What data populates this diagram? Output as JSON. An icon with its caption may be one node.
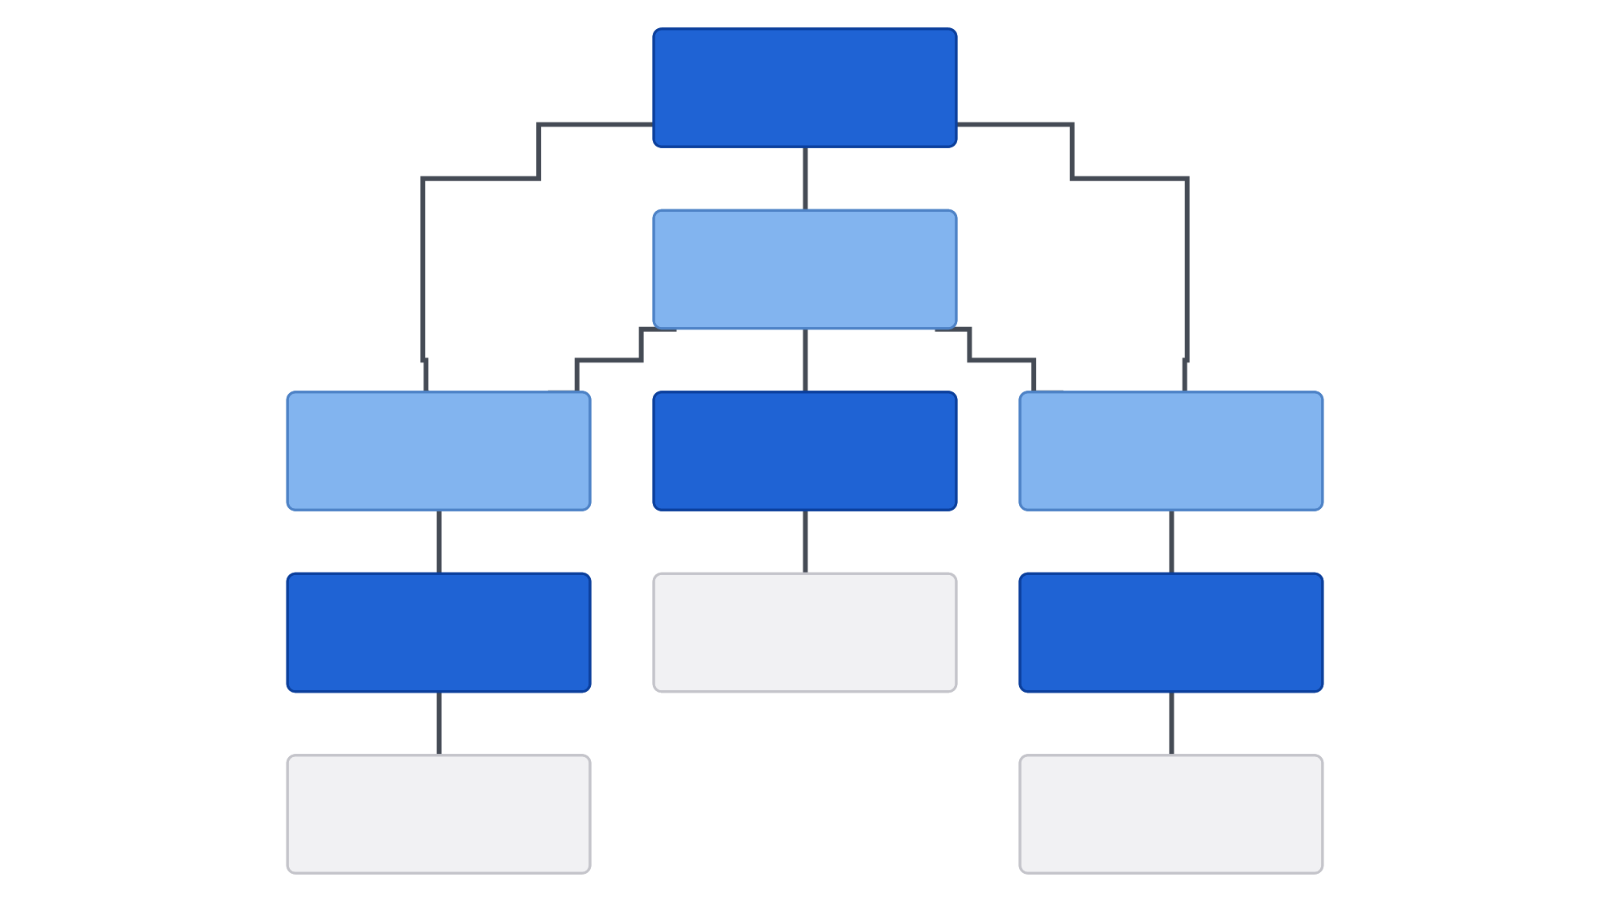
{
  "diagram": {
    "nodes": [
      {
        "text": [],
        "shape": "box"
      },
      {
        "text": [],
        "shape": "box"
      },
      {
        "text": [],
        "shape": "box"
      },
      {
        "text": [],
        "shape": "box"
      },
      {
        "text": [],
        "shape": "box"
      },
      {
        "text": [],
        "shape": "box"
      },
      {
        "text": [],
        "shape": "box"
      },
      {
        "text": [],
        "shape": "box"
      },
      {
        "text": [],
        "shape": "box"
      },
      {
        "text": [],
        "shape": "box"
      }
    ],
    "edges": [
      {
        "from": 0,
        "to": 1,
        "arrow": "none"
      },
      {
        "from": 0,
        "to": 2,
        "arrow": "none"
      },
      {
        "from": 0,
        "to": 3,
        "arrow": "none"
      },
      {
        "from": 2,
        "to": 1,
        "arrow": "none"
      },
      {
        "from": 2,
        "to": 5,
        "arrow": "none"
      },
      {
        "from": 2,
        "to": 3,
        "arrow": "none"
      },
      {
        "from": 1,
        "to": 4,
        "arrow": "none"
      },
      {
        "from": 3,
        "to": 6,
        "arrow": "none"
      },
      {
        "from": 4,
        "to": 7,
        "arrow": "none"
      },
      {
        "from": 5,
        "to": 8,
        "arrow": "none"
      },
      {
        "from": 6,
        "to": 9,
        "arrow": "none"
      }
    ]
  }
}
